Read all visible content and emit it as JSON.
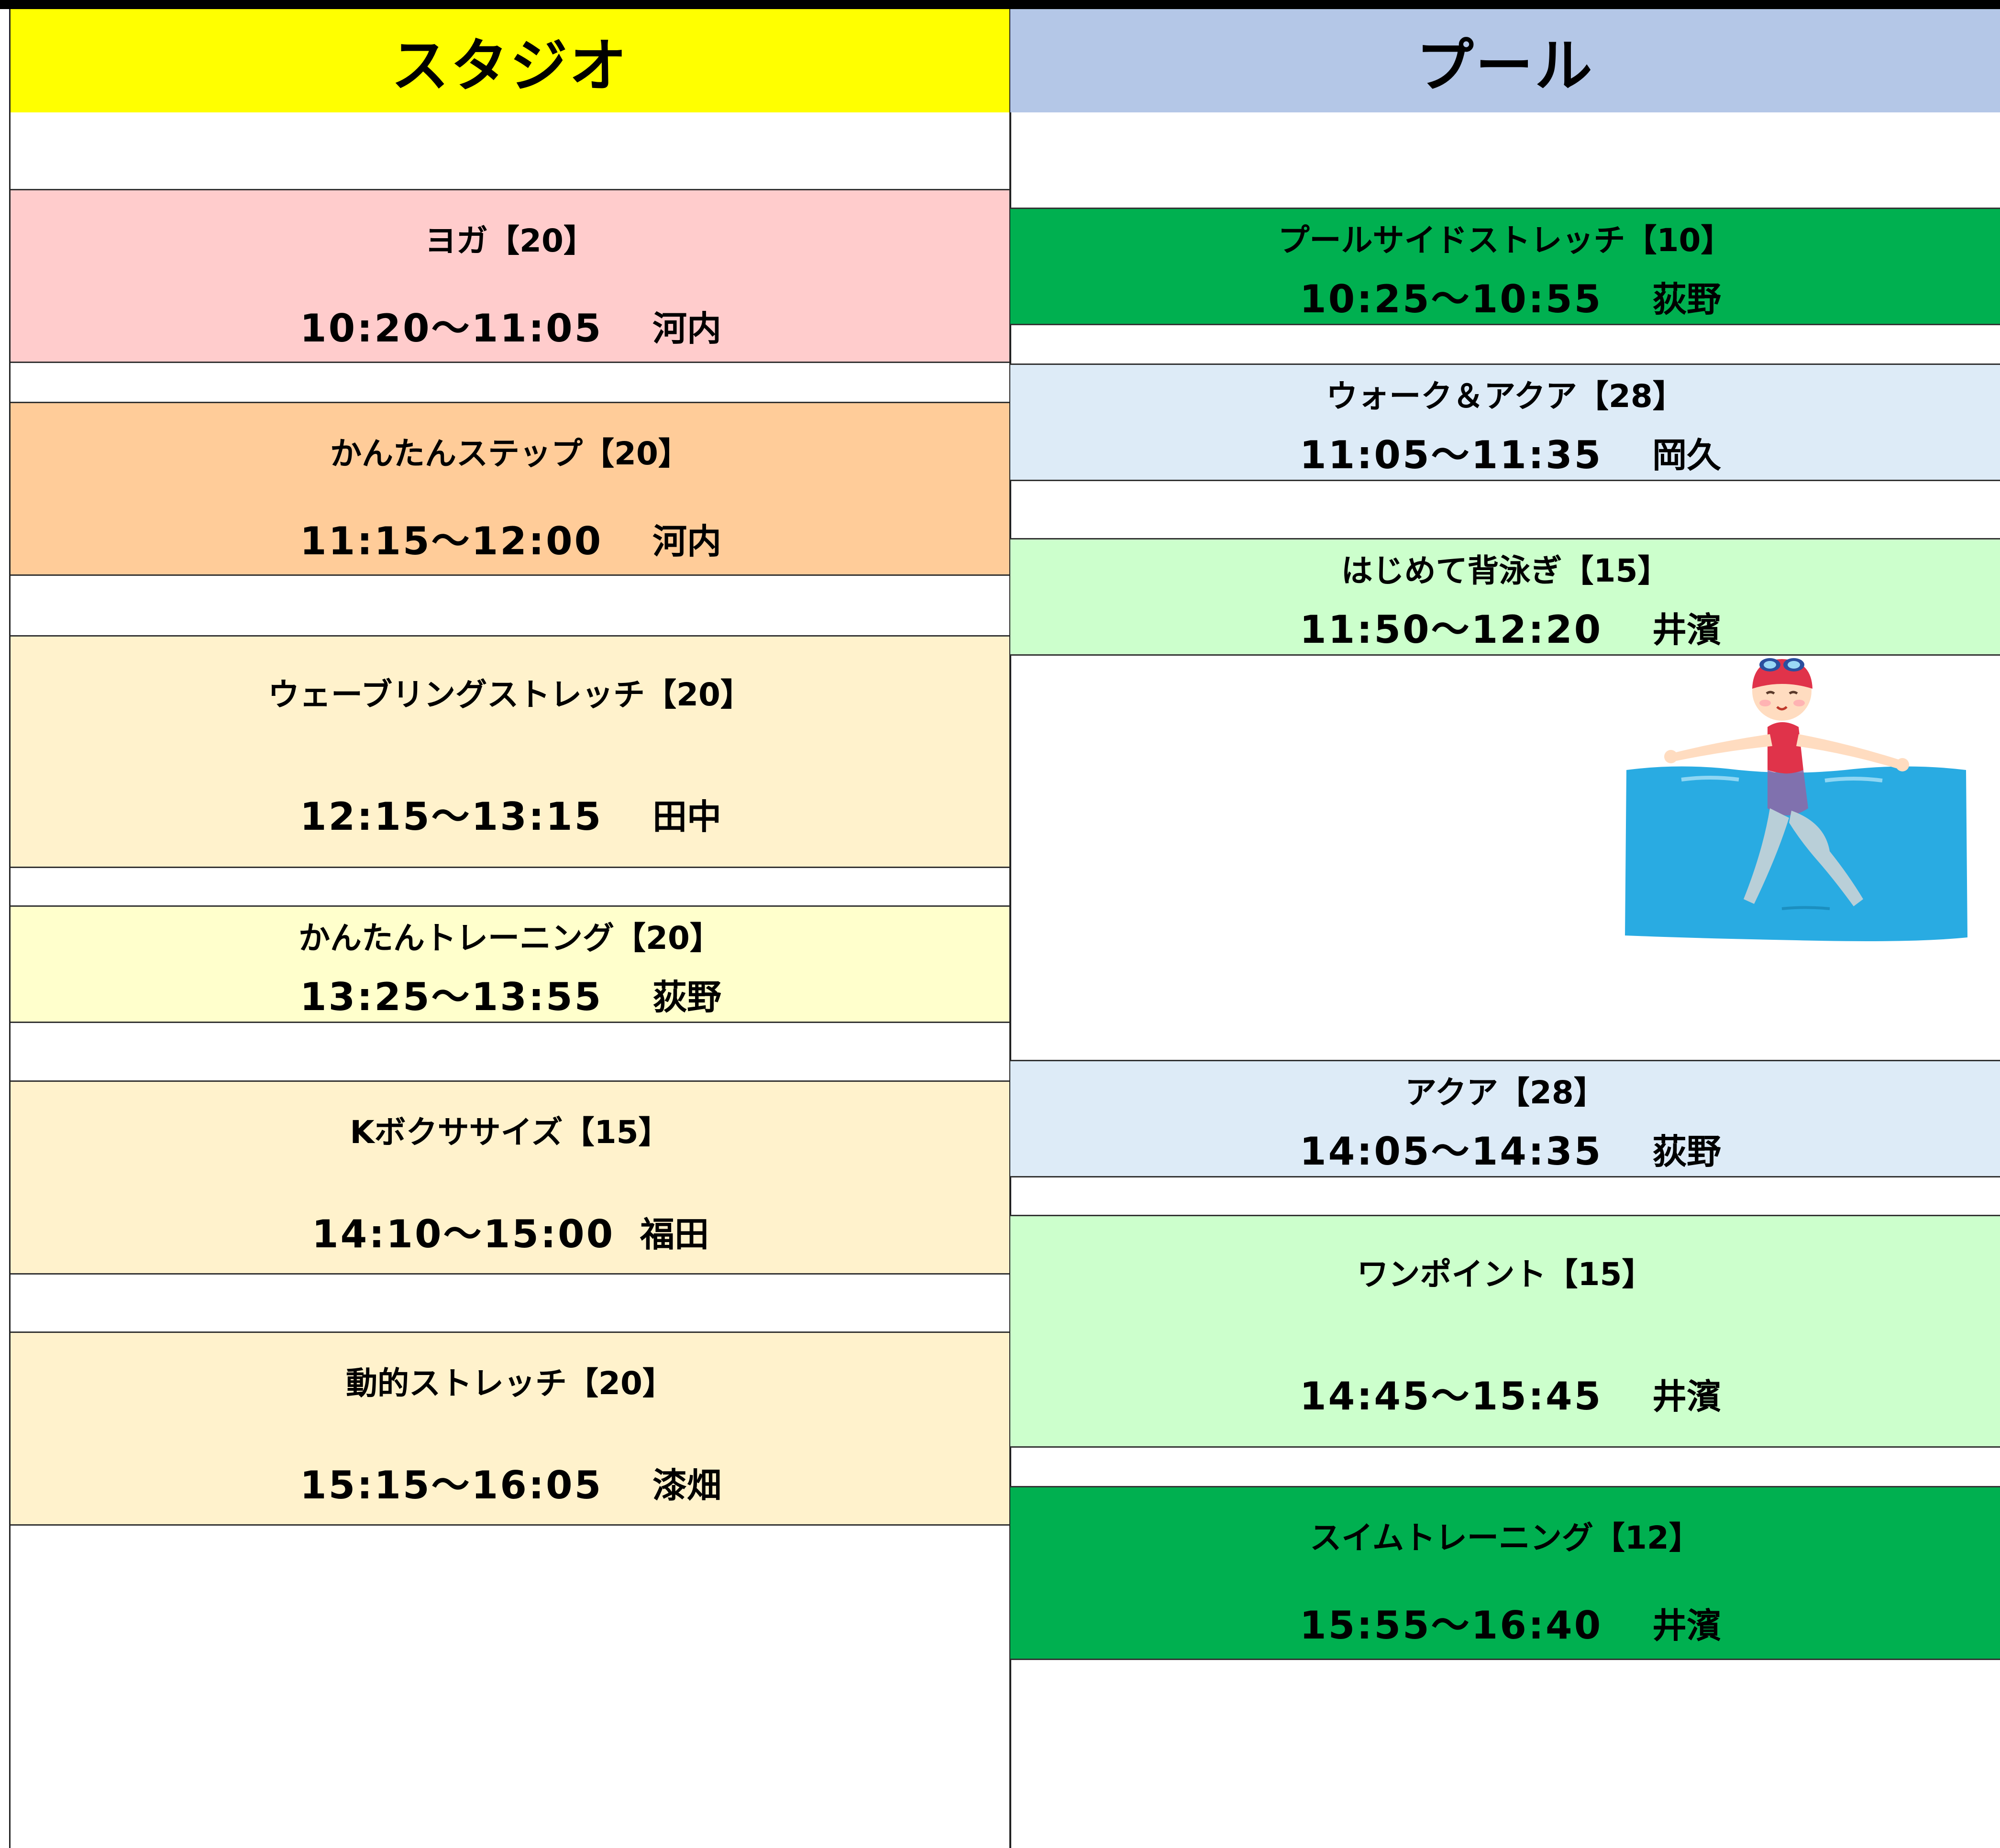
{
  "colors": {
    "studio_header": "#ffff00",
    "pool_header": "#b4c7e7",
    "pink": "#ffcccc",
    "orange": "#ffcc99",
    "cream": "#fff2cc",
    "lightyellow": "#ffffcc",
    "green": "#00b050",
    "lightblue": "#ddebf7",
    "lightgreen": "#ccffcc",
    "water": "#29abe2"
  },
  "studio": {
    "header": "スタジオ",
    "classes": [
      {
        "title": "ヨガ【20】",
        "time": "10:20～11:05",
        "instructor": "河内"
      },
      {
        "title": "かんたんステップ【20】",
        "time": "11:15～12:00",
        "instructor": "河内"
      },
      {
        "title": "ウェーブリングストレッチ【20】",
        "time": "12:15～13:15",
        "instructor": "田中"
      },
      {
        "title": "かんたんトレーニング【20】",
        "time": "13:25～13:55",
        "instructor": "荻野"
      },
      {
        "title": "Kボクササイズ【15】",
        "time": "14:10～15:00",
        "instructor": "福田"
      },
      {
        "title": "動的ストレッチ【20】",
        "time": "15:15～16:05",
        "instructor": "漆畑"
      }
    ]
  },
  "pool": {
    "header": "プール",
    "classes": [
      {
        "title": "プールサイドストレッチ【10】",
        "time": "10:25～10:55",
        "instructor": "荻野"
      },
      {
        "title": "ウォーク＆アクア【28】",
        "time": "11:05～11:35",
        "instructor": "岡久"
      },
      {
        "title": "はじめて背泳ぎ【15】",
        "time": "11:50～12:20",
        "instructor": "井濱"
      },
      {
        "title": "アクア【28】",
        "time": "14:05～14:35",
        "instructor": "荻野"
      },
      {
        "title": "ワンポイント【15】",
        "time": "14:45～15:45",
        "instructor": "井濱"
      },
      {
        "title": "スイムトレーニング【12】",
        "time": "15:55～16:40",
        "instructor": "井濱"
      }
    ]
  },
  "illustration": {
    "icon": "swimmer-icon"
  }
}
